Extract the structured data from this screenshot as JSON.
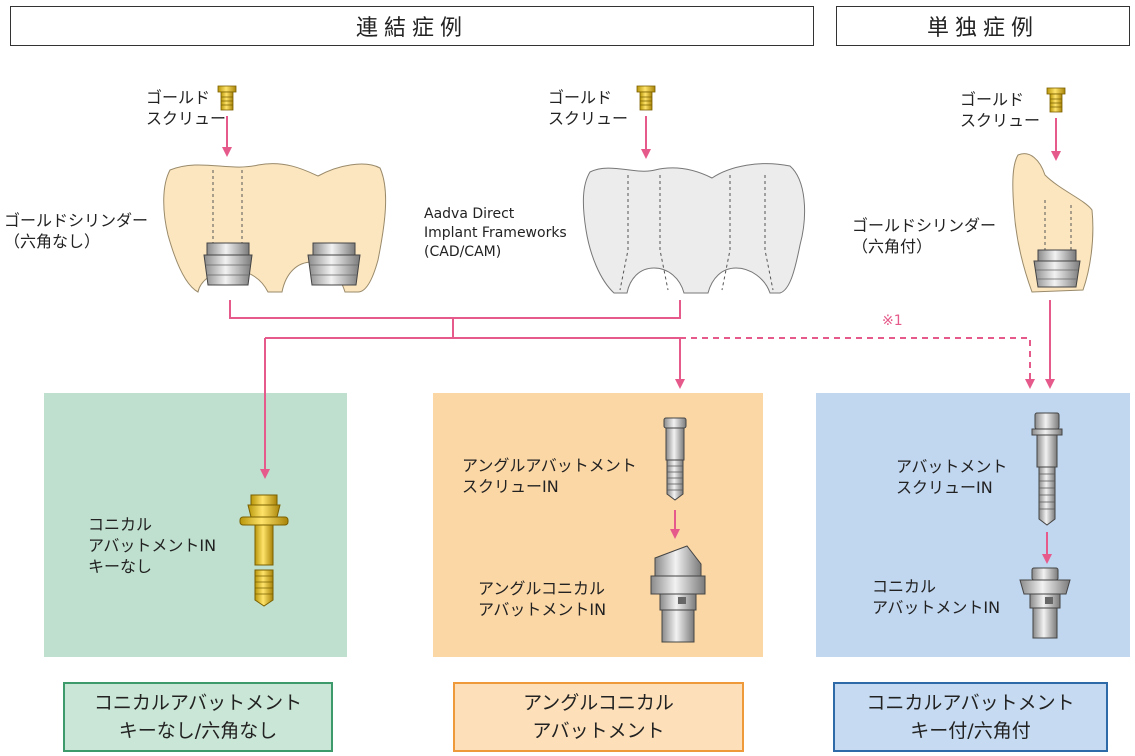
{
  "headers": {
    "linked": "連結症例",
    "single": "単独症例"
  },
  "labels": {
    "gold_screw_1": [
      "ゴールド",
      "スクリュー"
    ],
    "gold_screw_2": [
      "ゴールド",
      "スクリュー"
    ],
    "gold_screw_3": [
      "ゴールド",
      "スクリュー"
    ],
    "gold_cylinder_no_hex": [
      "ゴールドシリンダー",
      "（六角なし）"
    ],
    "aadva": [
      "Aadva Direct",
      "Implant Frameworks",
      "(CAD/CAM)"
    ],
    "gold_cylinder_hex": [
      "ゴールドシリンダー",
      "（六角付）"
    ],
    "note": "※1",
    "conical_no_key": [
      "コニカル",
      "アバットメントIN",
      "キーなし"
    ],
    "angle_screw": [
      "アングルアバットメント",
      "スクリューIN"
    ],
    "angle_conical": [
      "アングルコニカル",
      "アバットメントIN"
    ],
    "abutment_screw": [
      "アバットメント",
      "スクリューIN"
    ],
    "conical_in": [
      "コニカル",
      "アバットメントIN"
    ]
  },
  "captions": {
    "green": [
      "コニカルアバットメント",
      "キーなし/六角なし"
    ],
    "orange": [
      "アングルコニカル",
      "アバットメント"
    ],
    "blue": [
      "コニカルアバットメント",
      "キー付/六角付"
    ]
  },
  "colors": {
    "arrow": "#e55a8a",
    "green_panel": "#bfe0cf",
    "orange_panel": "#fbd7a6",
    "blue_panel": "#c1d6ef",
    "crown": "#fbe6bf",
    "framework": "#ececec"
  }
}
